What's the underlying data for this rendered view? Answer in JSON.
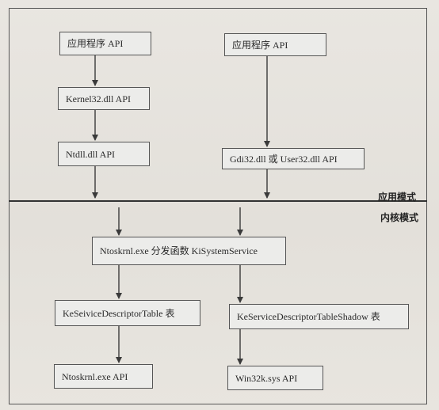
{
  "nodes": {
    "app_api_left": "应用程序 API",
    "kernel32_api": "Kernel32.dll API",
    "ntdll_api": "Ntdll.dll   API",
    "app_api_right": "应用程序 API",
    "gdi32_user32_api": "Gdi32.dll 或 User32.dll   API",
    "ntoskrnl_dispatch": "Ntoskrnl.exe 分发函数 KiSystemService",
    "ke_service_descriptor_table": "KeSeiviceDescriptorTable 表",
    "ke_service_descriptor_table_shadow": "KeServiceDescriptorTableShadow  表",
    "ntoskrnl_api": "Ntoskrnl.exe   API",
    "win32k_api": "Win32k.sys   API"
  },
  "labels": {
    "user_mode": "应用模式",
    "kernel_mode": "内核模式"
  },
  "colors": {
    "line": "#3a3a3a",
    "box_border": "#555555",
    "box_fill": "#ececea"
  }
}
